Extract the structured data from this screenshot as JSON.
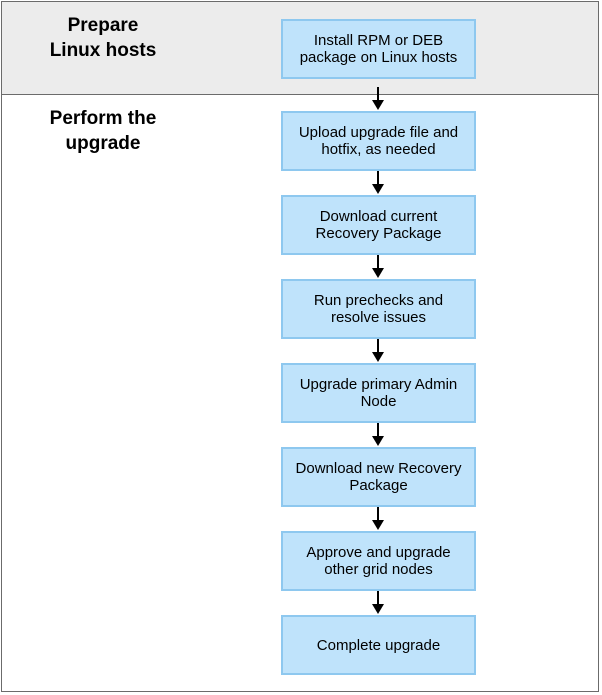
{
  "bands": {
    "prepare": "Prepare\nLinux hosts",
    "perform": "Perform the\nupgrade"
  },
  "steps": [
    "Install RPM or DEB package on Linux hosts",
    "Upload upgrade file and hotfix, as needed",
    "Download current Recovery Package",
    "Run prechecks and resolve issues",
    "Upgrade primary Admin Node",
    "Download new Recovery Package",
    "Approve and upgrade other grid nodes",
    "Complete upgrade"
  ],
  "colors": {
    "step_fill": "#bfe3fb",
    "step_border": "#8ec8ef",
    "prepare_band": "#ececec",
    "border": "#6b6b6b"
  }
}
